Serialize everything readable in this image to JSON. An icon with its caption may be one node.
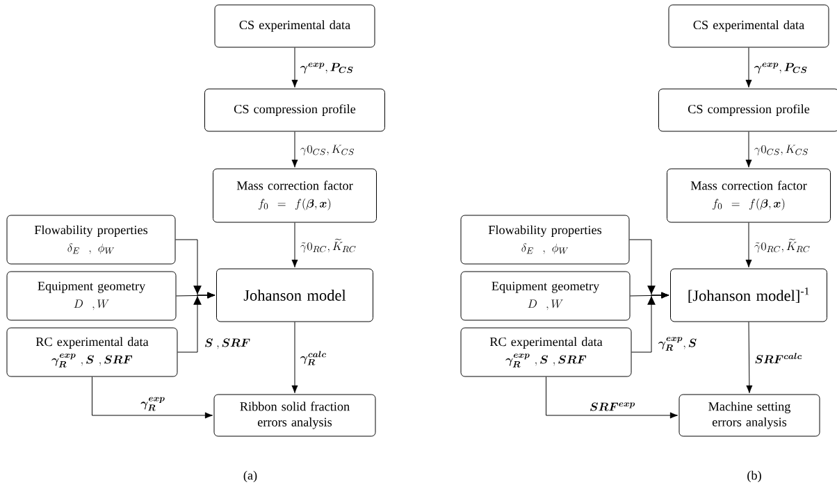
{
  "diagram": {
    "nodes": [
      {
        "text": [
          "CS experimental data"
        ]
      },
      {
        "text": [
          "CS compression profile"
        ]
      },
      {
        "text": [
          "Mass correction factor",
          "f_0 = f(\\boldsymbol{\\beta}, \\boldsymbol{x})"
        ]
      },
      {
        "text": [
          "Flowability properties",
          "\\delta_E\\ \\ ,\\ \\phi_W"
        ]
      },
      {
        "text": [
          "Equipment geometry",
          "D\\ \\ ,W"
        ]
      },
      {
        "text": [
          "Johanson model"
        ]
      },
      {
        "text": [
          "RC experimental data",
          "\\boldsymbol{\\gamma_R^{exp}}\\ ,\\boldsymbol{S}\\ ,\\boldsymbol{SRF}"
        ]
      },
      {
        "text": [
          "Ribbon solid fraction errors analysis"
        ]
      },
      {
        "text": [
          "CS experimental data"
        ]
      },
      {
        "text": [
          "CS compression profile"
        ]
      },
      {
        "text": [
          "Mass correction factor",
          "f_0 = f(\\boldsymbol{\\beta}, \\boldsymbol{x})"
        ]
      },
      {
        "text": [
          "Flowability properties",
          "\\delta_E\\ \\ ,\\ \\phi_W"
        ]
      },
      {
        "text": [
          "Equipment geometry",
          "D\\ \\ ,W"
        ]
      },
      {
        "text": [
          "[Johanson model]$^{-1}$"
        ]
      },
      {
        "text": [
          "RC experimental data",
          "\\boldsymbol{\\gamma_R^{exp}}\\ ,\\boldsymbol{S}\\ ,\\boldsymbol{SRF}"
        ]
      },
      {
        "text": [
          "Machine setting errors analysis"
        ]
      }
    ],
    "edges": [
      {
        "from": 0,
        "to": 1,
        "arrow": "to",
        "label": "\\boldsymbol{\\gamma^{exp}}, \\boldsymbol{P_{CS}}"
      },
      {
        "from": 1,
        "to": 2,
        "arrow": "to",
        "label": "\\gamma0_{CS}, K_{CS}"
      },
      {
        "from": 2,
        "to": 5,
        "arrow": "to",
        "label": "\\tilde{\\gamma}0_{RC}, \\widetilde{K}_{RC}"
      },
      {
        "from": 3,
        "to": 5,
        "arrow": "to"
      },
      {
        "from": 4,
        "to": 5,
        "arrow": "to"
      },
      {
        "from": 6,
        "to": 5,
        "arrow": "to",
        "label": "\\boldsymbol{S}\\ , \\boldsymbol{SRF}"
      },
      {
        "from": 5,
        "to": 7,
        "arrow": "to",
        "label": "\\boldsymbol{\\gamma_R^{calc}}"
      },
      {
        "from": 6,
        "to": 7,
        "arrow": "to",
        "label": "\\boldsymbol{\\gamma_R^{exp}}"
      },
      {
        "from": 8,
        "to": 9,
        "arrow": "to",
        "label": "\\boldsymbol{\\gamma^{exp}}, \\boldsymbol{P_{CS}}"
      },
      {
        "from": 9,
        "to": 10,
        "arrow": "to",
        "label": "\\gamma0_{CS}, K_{CS}"
      },
      {
        "from": 10,
        "to": 13,
        "arrow": "to",
        "label": "\\tilde{\\gamma}0_{RC}, \\widetilde{K}_{RC}"
      },
      {
        "from": 11,
        "to": 13,
        "arrow": "to"
      },
      {
        "from": 12,
        "to": 13,
        "arrow": "to"
      },
      {
        "from": 14,
        "to": 13,
        "arrow": "to",
        "label": "\\boldsymbol{\\gamma_R^{exp}}, \\boldsymbol{S}"
      },
      {
        "from": 13,
        "to": 15,
        "arrow": "to",
        "label": "\\boldsymbol{SRF^{calc}}"
      },
      {
        "from": 14,
        "to": 15,
        "arrow": "to",
        "label": "\\boldsymbol{SRF^{exp}}"
      }
    ],
    "labels": [
      "(a)",
      "(b)"
    ]
  }
}
